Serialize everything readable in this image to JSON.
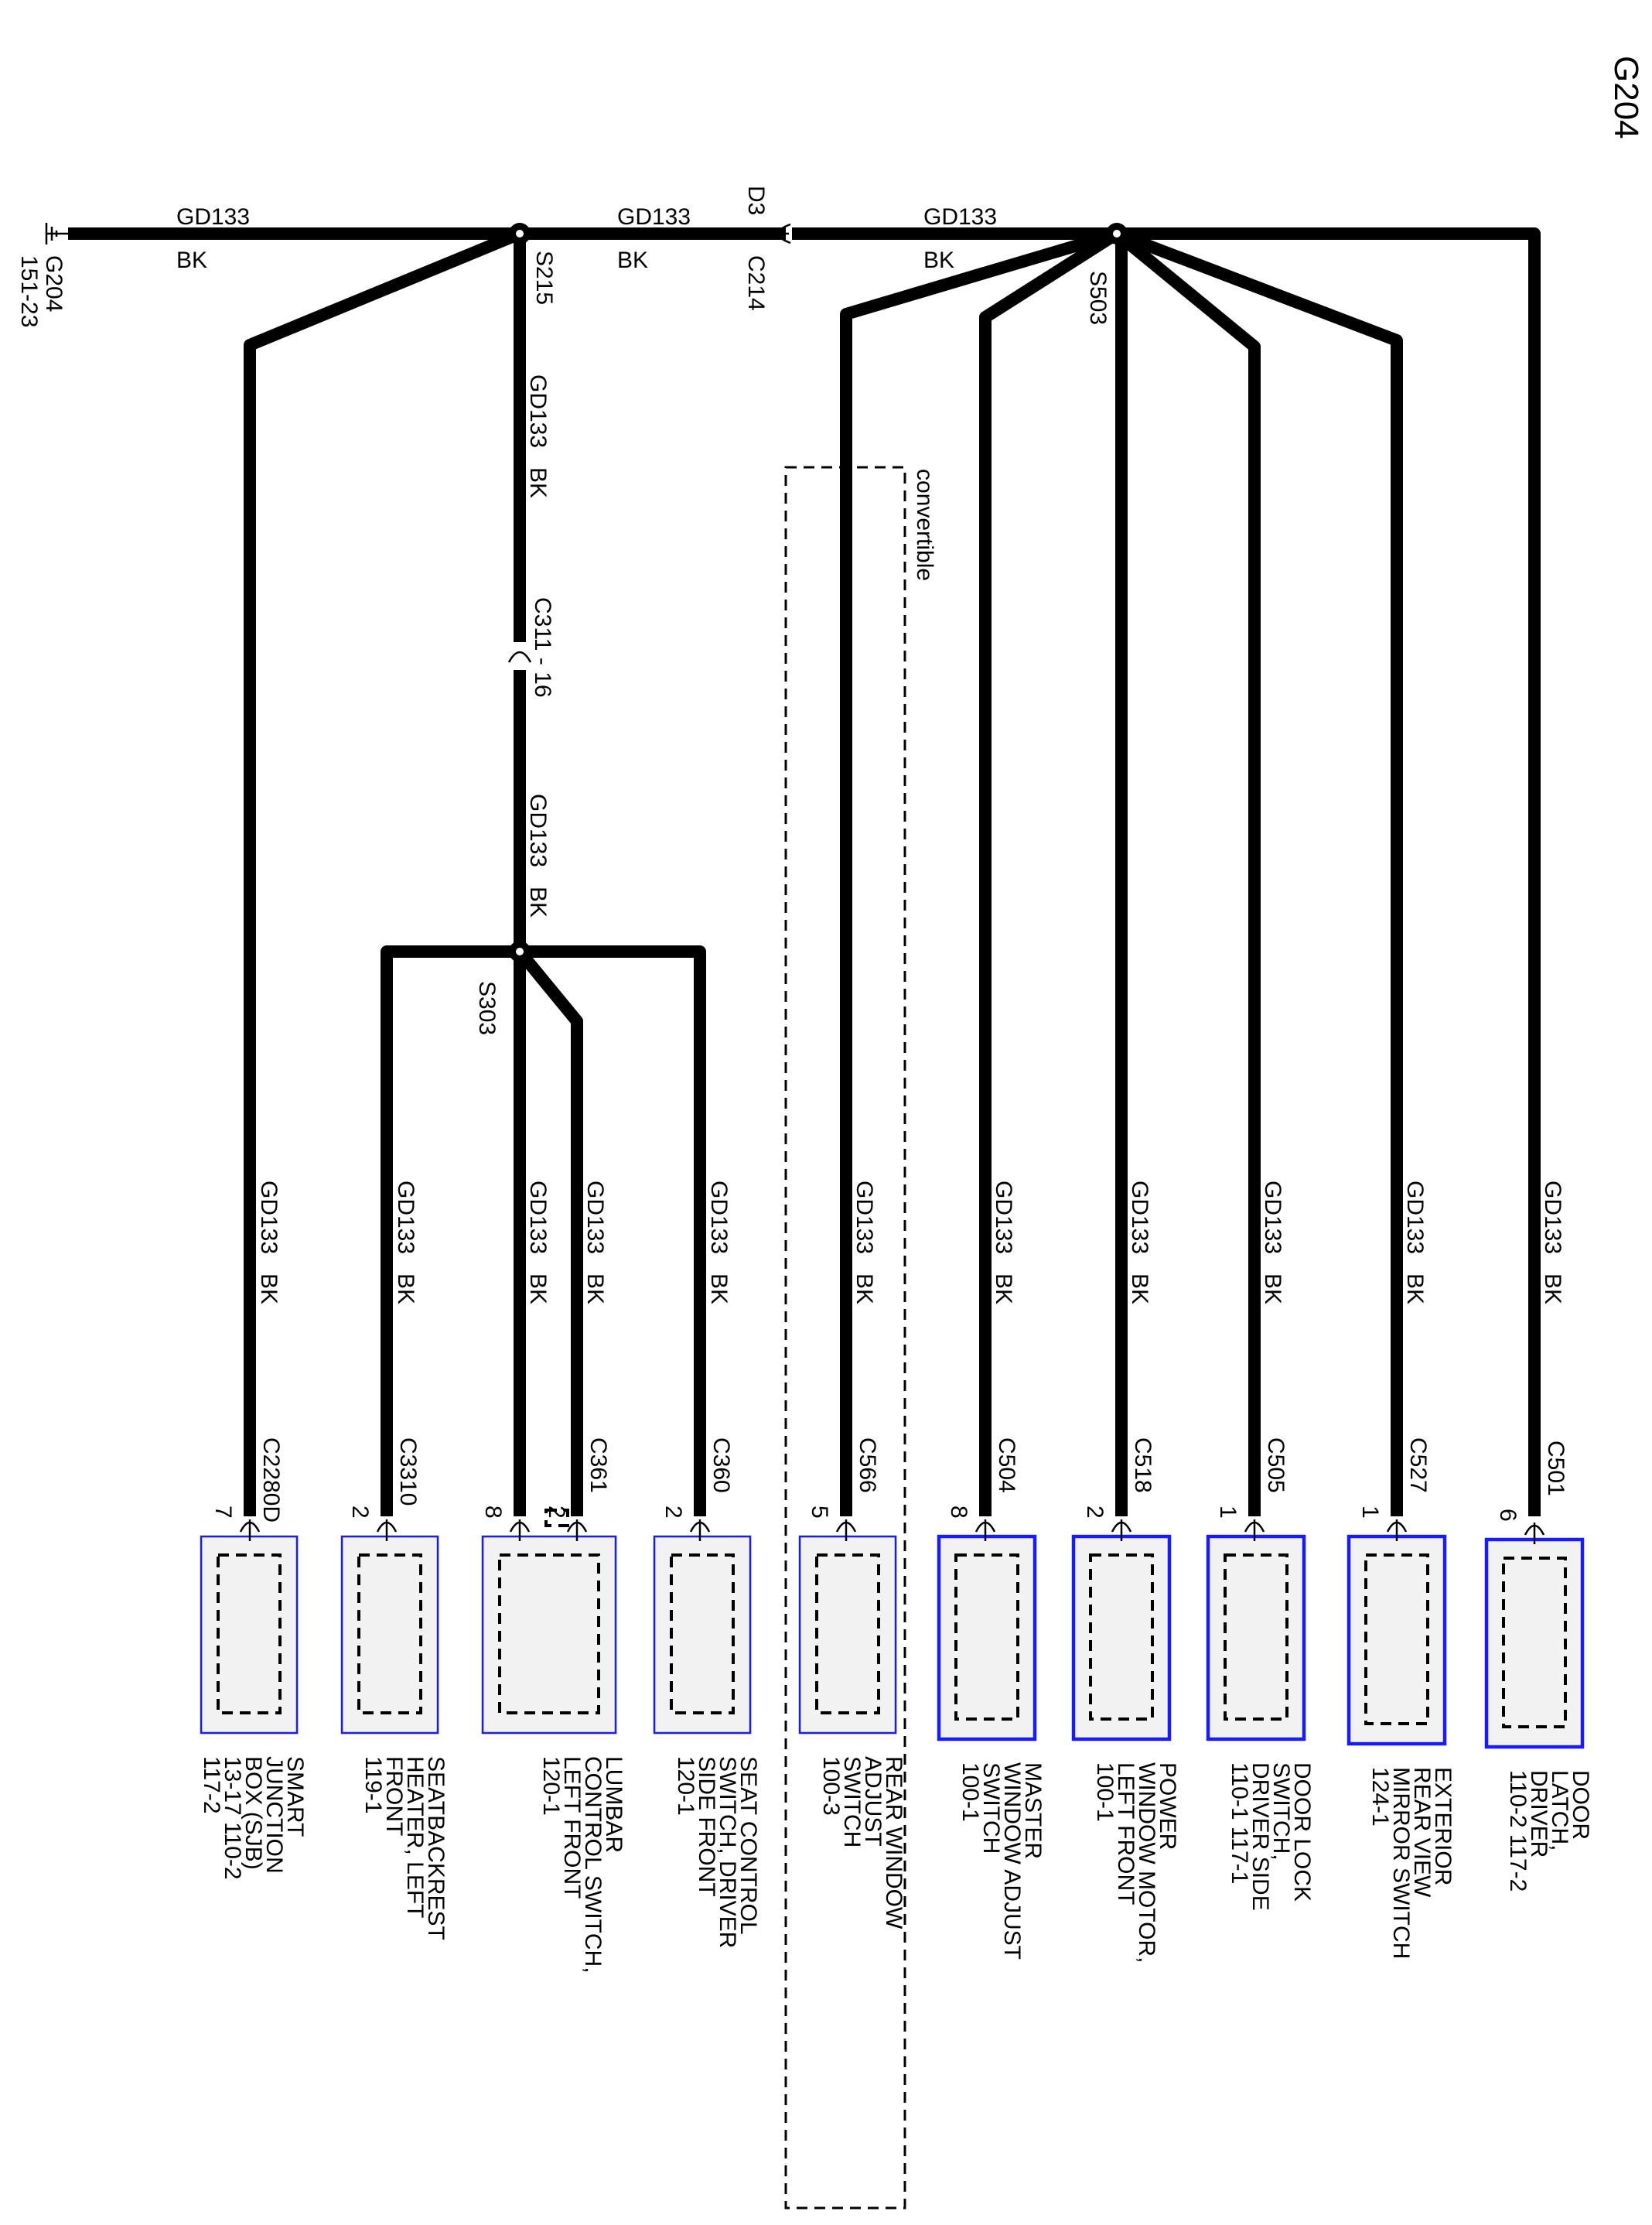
{
  "page_id": "G204",
  "ground": {
    "name": "G204",
    "ref": "151-23"
  },
  "wire": {
    "circuit": "GD133",
    "color": "BK"
  },
  "splices": {
    "s215": "S215",
    "s303": "S303",
    "s503": "S503"
  },
  "inline_connectors": {
    "d3": {
      "pin": "D3",
      "name": "C214"
    },
    "c311": {
      "label": "C311 - 16"
    }
  },
  "option_note": "convertible",
  "components": [
    {
      "connector": "C2280D",
      "pin": "7",
      "lines": [
        "SMART",
        "JUNCTION",
        "BOX (SJB)",
        "13-17  110-2",
        "117-2"
      ]
    },
    {
      "connector": "C3310",
      "pin": "2",
      "lines": [
        "SEATBACKREST",
        "HEATER, LEFT",
        "FRONT",
        "119-1"
      ]
    },
    {
      "connector": "C361",
      "pin": "8",
      "pin2": "2",
      "lines": [
        "LUMBAR",
        "CONTROL SWITCH,",
        "LEFT FRONT",
        "120-1"
      ]
    },
    {
      "connector": "C360",
      "pin": "2",
      "lines": [
        "SEAT CONTROL",
        "SWITCH, DRIVER",
        "SIDE FRONT",
        "120-1"
      ]
    },
    {
      "connector": "C566",
      "pin": "5",
      "lines": [
        "REAR WINDOW",
        "ADJUST",
        "SWITCH",
        "100-3"
      ]
    },
    {
      "connector": "C504",
      "pin": "8",
      "lines": [
        "MASTER",
        "WINDOW ADJUST",
        "SWITCH",
        "100-1"
      ]
    },
    {
      "connector": "C518",
      "pin": "2",
      "lines": [
        "POWER",
        "WINDOW MOTOR,",
        "LEFT FRONT",
        "100-1"
      ]
    },
    {
      "connector": "C505",
      "pin": "1",
      "lines": [
        "DOOR LOCK",
        "SWITCH,",
        "DRIVER SIDE",
        "110-1  117-1"
      ]
    },
    {
      "connector": "C527",
      "pin": "1",
      "lines": [
        "EXTERIOR",
        "REAR VIEW",
        "MIRROR SWITCH",
        "124-1"
      ]
    },
    {
      "connector": "C501",
      "pin": "6",
      "lines": [
        "DOOR",
        "LATCH,",
        "DRIVER",
        "110-2  117-2"
      ]
    }
  ]
}
